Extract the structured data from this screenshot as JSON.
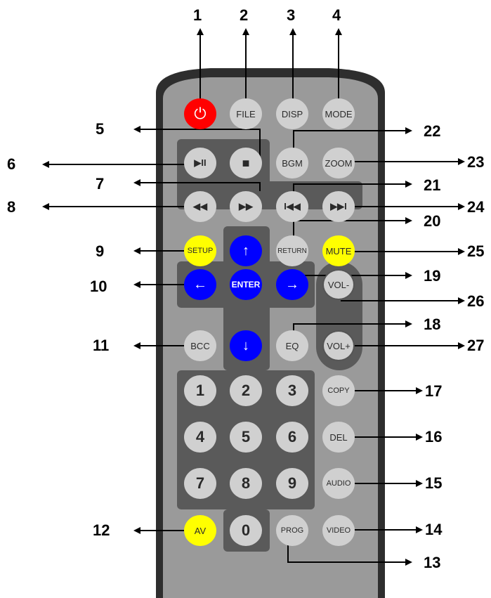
{
  "buttons": {
    "power": "⏻",
    "file": "FILE",
    "disp": "DISP",
    "mode": "MODE",
    "play_pause": "▶II",
    "stop": "■",
    "bgm": "BGM",
    "zoom": "ZOOM",
    "play_step": "▶▶",
    "rewind": "◀◀",
    "prev": "I◀◀",
    "next": "▶▶I",
    "setup": "SETUP",
    "up": "↑",
    "return": "RETURN",
    "mute": "MUTE",
    "left": "←",
    "enter": "ENTER",
    "right": "→",
    "vol_minus": "VOL-",
    "bcc": "BCC",
    "down": "↓",
    "eq": "EQ",
    "vol_plus": "VOL+",
    "n1": "1",
    "n2": "2",
    "n3": "3",
    "copy": "COPY",
    "n4": "4",
    "n5": "5",
    "n6": "6",
    "del": "DEL",
    "n7": "7",
    "n8": "8",
    "n9": "9",
    "audio": "AUDIO",
    "av": "AV",
    "n0": "0",
    "prog": "PROG",
    "video": "VIDEO"
  },
  "callouts": {
    "c1": "1",
    "c2": "2",
    "c3": "3",
    "c4": "4",
    "c5": "5",
    "c6": "6",
    "c7": "7",
    "c8": "8",
    "c9": "9",
    "c10": "10",
    "c11": "11",
    "c12": "12",
    "c13": "13",
    "c14": "14",
    "c15": "15",
    "c16": "16",
    "c17": "17",
    "c18": "18",
    "c19": "19",
    "c20": "20",
    "c21": "21",
    "c22": "22",
    "c23": "23",
    "c24": "24",
    "c25": "25",
    "c26": "26",
    "c27": "27"
  },
  "colors": {
    "body": "#9a9a9a",
    "body_dark": "#2e2e2e",
    "button": "#d0d0d0",
    "power": "#ff0000",
    "yellow": "#ffff00",
    "blue": "#0000ff"
  }
}
